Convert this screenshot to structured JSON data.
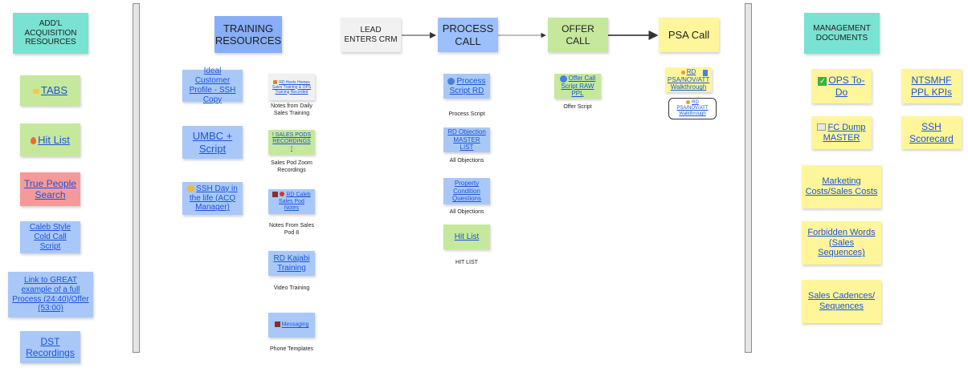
{
  "left": {
    "header": "ADD'L ACQUISITION RESOURCES",
    "tabs": "TABS",
    "hit_list": "Hit List",
    "true_people": "True People Search",
    "caleb_style": "Caleb Style Cold Call Script",
    "great_example": "Link to GREAT example of a full Process (24:40)/Offer (53:00)",
    "dst": "DST Recordings"
  },
  "training": {
    "header": "TRAINING RESOURCES",
    "icp": "Ideal Customer Profile - SSH Copy",
    "umbc": "UMBC + Script",
    "ssh_day": "SSH Day in the life (ACQ Manager)",
    "rd_heels": "RD Heels Homes Sales Training & OPS Training Recorded",
    "rd_heels_cap": "Notes from Daily Sales Training",
    "sales_pods": "! SALES PODS RECORDINGS !",
    "sales_pods_cap": "Sales Pod Zoom Recordings",
    "caleb_pod": "RD Caleb Sales Pod Notes",
    "caleb_pod_cap": "Notes From Sales Pod 8",
    "kajabi": "RD Kajabi Training",
    "kajabi_cap": "Video Training",
    "messaging": "Messaging",
    "messaging_cap": "Phone Templates"
  },
  "flow": {
    "lead": "LEAD ENTERS CRM",
    "process_call": "PROCESS CALL",
    "offer_call": "OFFER CALL",
    "psa_call": "PSA Call"
  },
  "process": {
    "script": "Process Script RD",
    "script_cap": "Process Script",
    "objection": "RD Objection MASTER LIST",
    "objection_cap": "All Objections",
    "property": "Property Condition Questions",
    "property_cap": "All Objections",
    "hit_list": "Hit List",
    "hit_list_cap": "HIT LIST"
  },
  "offer": {
    "script": "Offer Call Script RAW PPL",
    "script_cap": "Offer Script"
  },
  "psa": {
    "walkthrough": "RD PSA/NOV/ATT Walkthrough",
    "walkthrough_small": "RD PSA/NOV/ATT Walkthrough"
  },
  "management": {
    "header": "MANAGEMENT DOCUMENTS",
    "ops_todo": "OPS To-Do",
    "ntsmhf": "NTSMHF PPL KPIs",
    "fc_dump": "FC Dump MASTER",
    "ssh_scorecard": "SSH Scorecard",
    "marketing": "Marketing Costs/Sales Costs",
    "forbidden": "Forbidden Words (Sales Sequences)",
    "cadences": "Sales Cadences/ Sequences"
  }
}
